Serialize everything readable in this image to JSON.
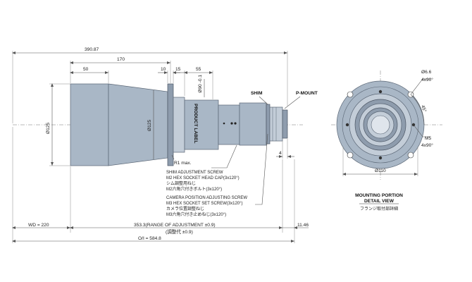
{
  "dimensions": {
    "total_length": "390.87",
    "length_170": "170",
    "length_50": "50",
    "length_10": "10",
    "length_15": "15",
    "length_55": "55",
    "dia_125_front": "Ø125",
    "dia_125_mid": "Ø125",
    "dia_90": "Ø90 -0.1",
    "radius": "R1 max.",
    "dim_4": "4",
    "wd": "WD = 220",
    "range": "353.3(RANGE OF ADJUSTMENT ±0.9)",
    "range_jp": "(調整代 ±0.9)",
    "dim_1146": "11.46",
    "oi": "O/I = 584.8"
  },
  "labels": {
    "product_label": "PRODUCT LABEL",
    "shim": "SHIM",
    "p_mount": "P-MOUNT"
  },
  "notes": {
    "shim_screw_1": "SHIM ADJUSTMENT SCREW",
    "shim_screw_2": "M2 HEX SOCKET HEAD CAP(3x120°)",
    "shim_screw_3": "シム調整用ねじ",
    "shim_screw_4": "M2六角穴付きボルト(3x120°)",
    "cam_screw_1": "CAMERA POSITION ADJUSTING SCREW",
    "cam_screw_2": "M3 HEX SOCKET SET SCREW(3x120°)",
    "cam_screw_3": "カメラ位置調整ねじ",
    "cam_screw_4": "M3六角穴付き止めねじ(3x120°)"
  },
  "detail": {
    "hole_dia": "Ø6.6",
    "hole_count": "4x90°",
    "angle": "45°",
    "thread": "M5",
    "thread_count": "4x90°",
    "outer_dia": "Ø110",
    "title_1": "MOUNTING PORTION",
    "title_2": "DETAIL VIEW",
    "title_jp": "フランジ取付部詳細"
  }
}
